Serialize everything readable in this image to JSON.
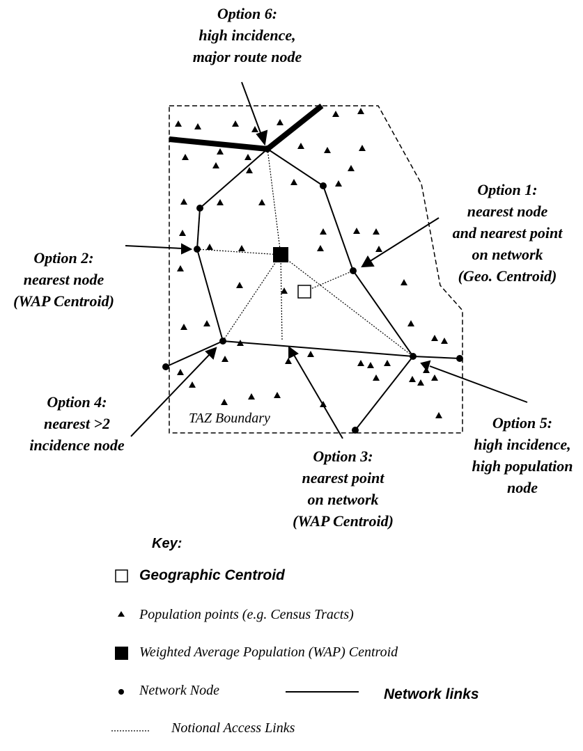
{
  "options": {
    "opt6": {
      "lines": [
        "Option 6:",
        "high incidence,",
        "major route node"
      ]
    },
    "opt1": {
      "lines": [
        "Option 1:",
        "nearest node",
        "and nearest point",
        "on network",
        "(Geo. Centroid)"
      ]
    },
    "opt2": {
      "lines": [
        "Option 2:",
        "nearest node",
        "(WAP Centroid)"
      ]
    },
    "opt4": {
      "lines": [
        "Option 4:",
        "nearest >2",
        "incidence node"
      ]
    },
    "opt3": {
      "lines": [
        "Option 3:",
        "nearest point",
        "on network",
        "(WAP Centroid)"
      ]
    },
    "opt5": {
      "lines": [
        "Option 5:",
        "high incidence,",
        "high population",
        "node"
      ]
    }
  },
  "taz_label": "TAZ Boundary",
  "key": {
    "title": "Key:",
    "geographic_centroid": "Geographic Centroid",
    "population_points": "Population points (e.g. Census Tracts)",
    "wap_centroid": "Weighted Average Population (WAP) Centroid",
    "network_node": "Network Node",
    "network_links": "Network links",
    "access_links": "Notional Access Links"
  }
}
